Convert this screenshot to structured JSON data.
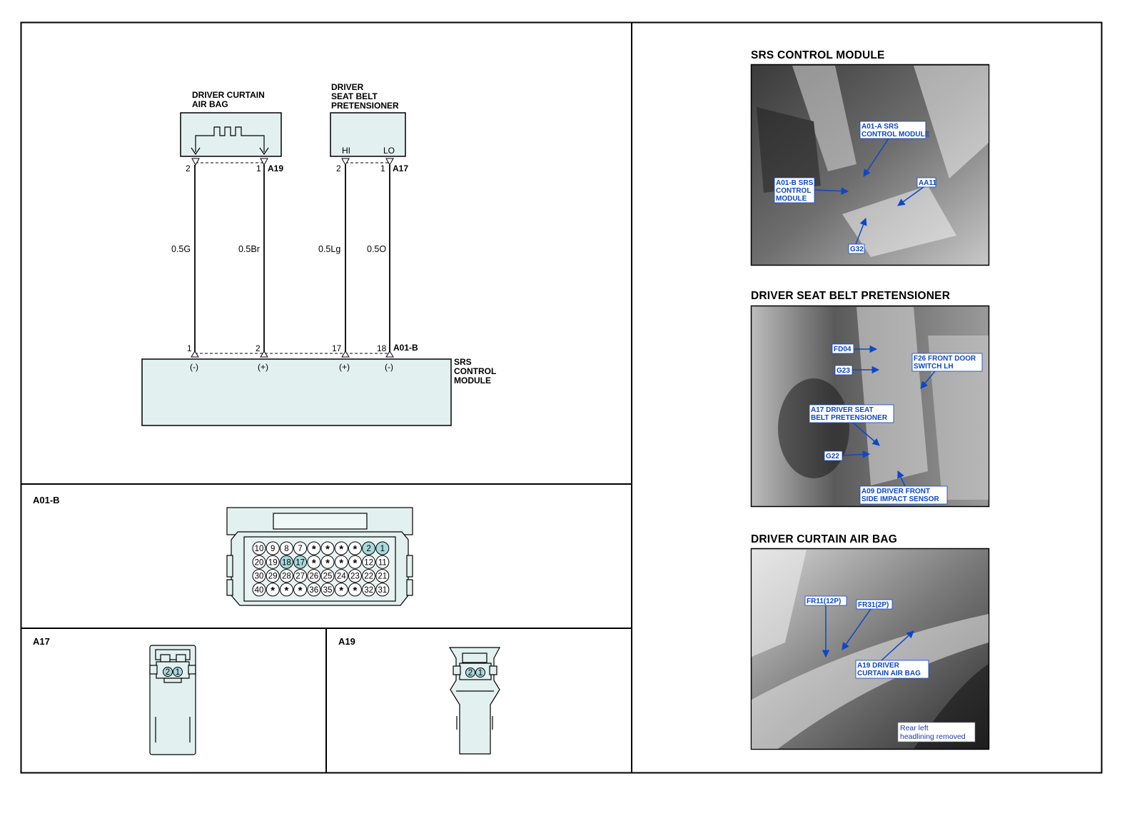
{
  "diagram": {
    "components": {
      "curtain_airbag": {
        "line1": "DRIVER CURTAIN",
        "line2": "AIR BAG",
        "connector": "A19"
      },
      "pretensioner": {
        "line1": "DRIVER",
        "line2": "SEAT BELT",
        "line3": "PRETENSIONER",
        "hi": "HI",
        "lo": "LO",
        "connector": "A17"
      },
      "srs_module": {
        "line1": "SRS",
        "line2": "CONTROL",
        "line3": "MODULE",
        "connector": "A01-B"
      }
    },
    "wires": [
      {
        "color": "0.5G",
        "top_pin": "2",
        "bottom_pin": "1",
        "polarity": "(-)"
      },
      {
        "color": "0.5Br",
        "top_pin": "1",
        "bottom_pin": "2",
        "polarity": "(+)"
      },
      {
        "color": "0.5Lg",
        "top_pin": "2",
        "bottom_pin": "17",
        "polarity": "(+)"
      },
      {
        "color": "0.5O",
        "top_pin": "1",
        "bottom_pin": "18",
        "polarity": "(-)"
      }
    ]
  },
  "connectors": {
    "a01b": {
      "label": "A01-B",
      "rows": [
        [
          "10",
          "9",
          "8",
          "7",
          "*",
          "*",
          "*",
          "*",
          "2",
          "1"
        ],
        [
          "20",
          "19",
          "18",
          "17",
          "*",
          "*",
          "*",
          "*",
          "12",
          "11"
        ],
        [
          "30",
          "29",
          "28",
          "27",
          "26",
          "25",
          "24",
          "23",
          "22",
          "21"
        ],
        [
          "40",
          "*",
          "*",
          "*",
          "36",
          "35",
          "*",
          "*",
          "32",
          "31"
        ]
      ],
      "highlighted": [
        "1",
        "2",
        "17",
        "18"
      ]
    },
    "a17": {
      "label": "A17",
      "pins": [
        "2",
        "1"
      ]
    },
    "a19": {
      "label": "A19",
      "pins": [
        "2",
        "1"
      ]
    }
  },
  "photos": [
    {
      "title": "SRS CONTROL MODULE",
      "callouts": [
        "A01-A SRS",
        "CONTROL MODULE",
        "A01-B SRS",
        "CONTROL",
        "MODULE",
        "AA11",
        "G32"
      ]
    },
    {
      "title": "DRIVER SEAT BELT PRETENSIONER",
      "callouts": [
        "FD04",
        "G23",
        "F26 FRONT DOOR",
        "SWITCH LH",
        "A17 DRIVER SEAT",
        "BELT PRETENSIONER",
        "G22",
        "A09 DRIVER FRONT",
        "SIDE IMPACT SENSOR"
      ]
    },
    {
      "title": "DRIVER CURTAIN AIR BAG",
      "callouts": [
        "FR11(12P)",
        "FR31(2P)",
        "A19 DRIVER",
        "CURTAIN AIR BAG"
      ],
      "note": [
        "Rear left",
        "headlining removed"
      ]
    }
  ],
  "colors": {
    "component_fill": "#e3f0f0",
    "highlight_pin": "#a8d8dc",
    "callout_text": "#0d47c8",
    "photo_bg": "#4a4a4a"
  }
}
